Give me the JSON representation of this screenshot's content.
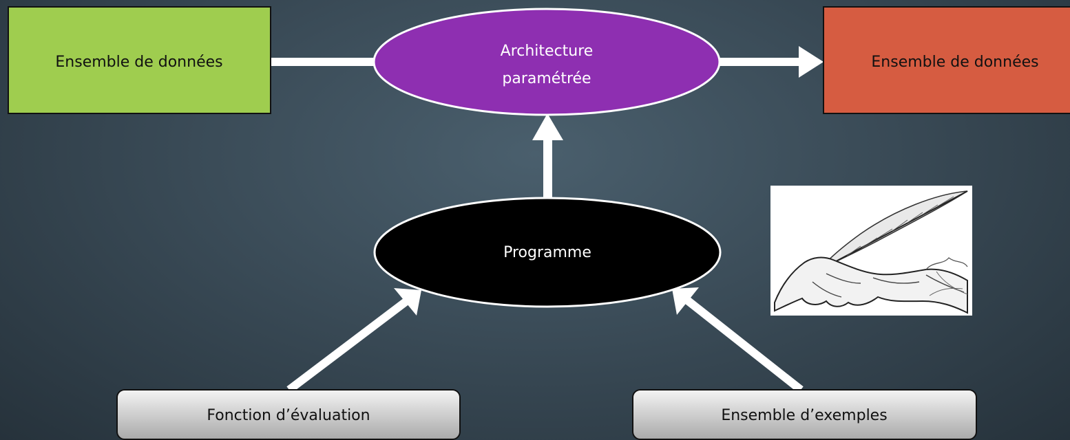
{
  "nodes": {
    "input_dataset": {
      "label": "Ensemble de données",
      "color": "#9fcd4f"
    },
    "output_dataset": {
      "label": "Ensemble de données",
      "color": "#d65c41"
    },
    "architecture": {
      "label_line1": "Architecture",
      "label_line2": "paramétrée",
      "color": "#8e2fb1"
    },
    "program": {
      "label": "Programme",
      "color": "#000000"
    },
    "evaluation": {
      "label": "Fonction d’évaluation"
    },
    "examples": {
      "label": "Ensemble d’exemples"
    }
  },
  "illustration": {
    "name": "hand-writing-with-quill"
  }
}
